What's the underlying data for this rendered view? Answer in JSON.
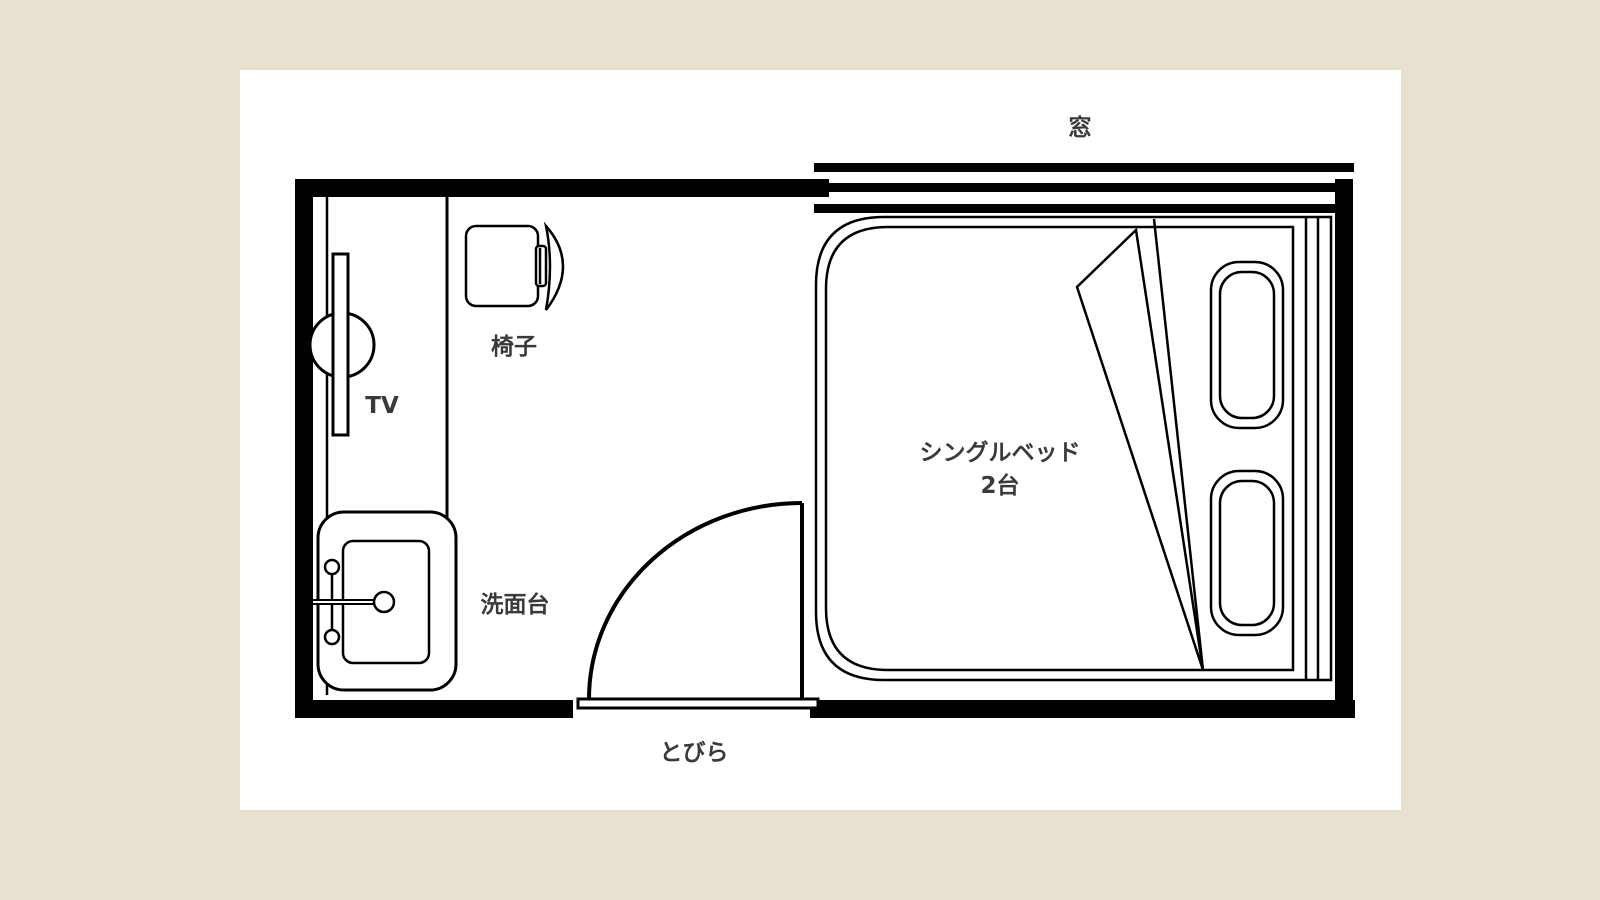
{
  "diagram": {
    "background_color": "#e8e1cf",
    "card_color": "#ffffff",
    "line_color": "#000000",
    "label_color": "#3a3a3a",
    "labels": {
      "window": "窓",
      "chair": "椅子",
      "tv": "TV",
      "sink": "洗面台",
      "bed_line1": "シングルベッド",
      "bed_line2": "2台",
      "door": "とびら"
    }
  }
}
